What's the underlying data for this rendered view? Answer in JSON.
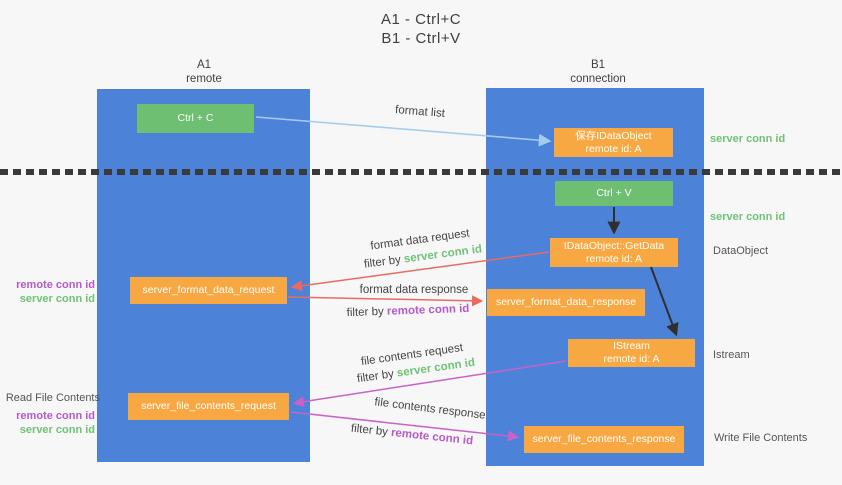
{
  "title": {
    "line1": "A1 - Ctrl+C",
    "line2": "B1 - Ctrl+V"
  },
  "lanes": {
    "a": {
      "title": "A1",
      "subtitle": "remote"
    },
    "b": {
      "title": "B1",
      "subtitle": "connection"
    }
  },
  "boxes": {
    "ctrl_c": {
      "label": "Ctrl + C"
    },
    "save_idataobject": {
      "line1": "保存IDataObject",
      "line2": "remote id: A"
    },
    "ctrl_v": {
      "label": "Ctrl + V"
    },
    "idataobject_getdata": {
      "line1": "IDataObject::GetData",
      "line2": "remote id: A"
    },
    "server_format_data_request": {
      "label": "server_format_data_request"
    },
    "server_format_data_response": {
      "label": "server_format_data_response"
    },
    "istream": {
      "line1": "IStream",
      "line2": "remote id: A"
    },
    "server_file_contents_request": {
      "label": "server_file_contents_request"
    },
    "server_file_contents_response": {
      "label": "server_file_contents_response"
    }
  },
  "edge_labels": {
    "format_list": "format list",
    "format_data_request": "format data request",
    "format_data_response": "format data response",
    "file_contents_request": "file contents request",
    "file_contents_response": "file contents response",
    "filter_by": "filter by",
    "server_conn_id": "server conn id",
    "remote_conn_id": "remote conn id"
  },
  "annotations": {
    "right_top_server_conn_id": "server conn id",
    "right_mid_server_conn_id": "server conn id",
    "dataobject": "DataObject",
    "istream": "Istream",
    "write_file_contents": "Write File Contents",
    "left_remote_conn_id_top": "remote conn id",
    "left_server_conn_id_top": "server conn id",
    "read_file_contents": "Read File Contents",
    "left_remote_conn_id_bottom": "remote conn id",
    "left_server_conn_id_bottom": "server conn id"
  },
  "colors": {
    "lane_blue": "#4c82d8",
    "box_green": "#6ebf72",
    "box_orange": "#f7a843",
    "conn_id_green": "#6fc276",
    "conn_id_purple": "#b55bc8",
    "arrow_salmon": "#e96b60",
    "arrow_magenta": "#c763c7",
    "arrow_light_blue": "#a5cdeb",
    "arrow_black": "#2f2f2f",
    "background": "#f7f7f8",
    "text_dark": "#3f3f3f"
  }
}
